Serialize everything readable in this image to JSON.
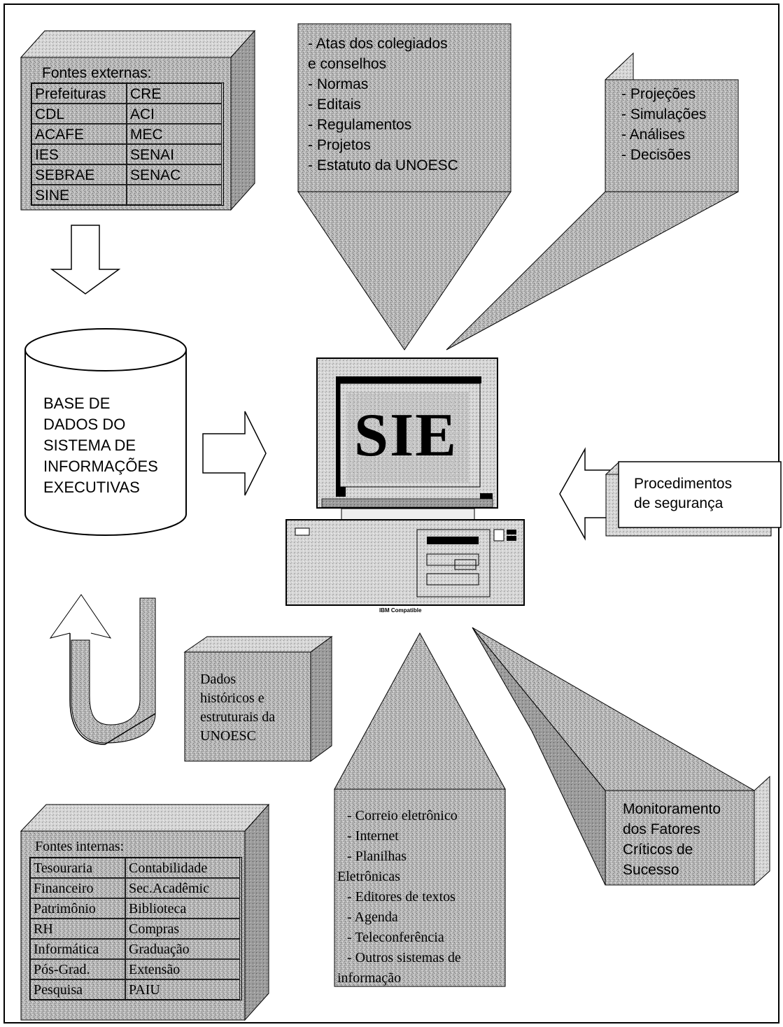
{
  "external_sources": {
    "title": "Fontes externas:",
    "rows": [
      [
        "Prefeituras",
        "CRE"
      ],
      [
        "CDL",
        "ACI"
      ],
      [
        "ACAFE",
        "MEC"
      ],
      [
        "IES",
        "SENAI"
      ],
      [
        "SEBRAE",
        "SENAC"
      ],
      [
        "SINE",
        ""
      ]
    ]
  },
  "database": {
    "lines": [
      "BASE DE",
      "DADOS DO",
      "SISTEMA DE",
      "INFORMAÇÕES",
      "EXECUTIVAS"
    ]
  },
  "documents": {
    "lines": [
      "- Atas dos colegiados",
      "e conselhos",
      "- Normas",
      "- Editais",
      "- Regulamentos",
      "- Projetos",
      "- Estatuto da UNOESC"
    ]
  },
  "analysis": {
    "lines": [
      "- Projeções",
      "- Simulações",
      "- Análises",
      "- Decisões"
    ]
  },
  "sie": {
    "label": "SIE",
    "caption": "IBM Compatible"
  },
  "security": {
    "lines": [
      "Procedimentos",
      "de segurança"
    ]
  },
  "historical": {
    "lines": [
      "Dados",
      "históricos e",
      "estruturais da",
      "UNOESC"
    ]
  },
  "tools": {
    "lines": [
      "- Correio eletrônico",
      "- Internet",
      "- Planilhas",
      "Eletrônicas",
      "- Editores de textos",
      "- Agenda",
      "- Teleconferência",
      "- Outros sistemas de",
      "informação"
    ]
  },
  "monitoring": {
    "lines": [
      "Monitoramento",
      "dos Fatores",
      "Críticos de",
      "Sucesso"
    ]
  },
  "internal_sources": {
    "title": "Fontes internas:",
    "rows": [
      [
        "Tesouraria",
        "Contabilidade"
      ],
      [
        "Financeiro",
        "Sec.Acadêmic"
      ],
      [
        "Patrimônio",
        "Biblioteca"
      ],
      [
        "RH",
        "Compras"
      ],
      [
        "Informática",
        "Graduação"
      ],
      [
        "Pós-Grad.",
        "Extensão"
      ],
      [
        "Pesquisa",
        "PAIU"
      ]
    ]
  }
}
